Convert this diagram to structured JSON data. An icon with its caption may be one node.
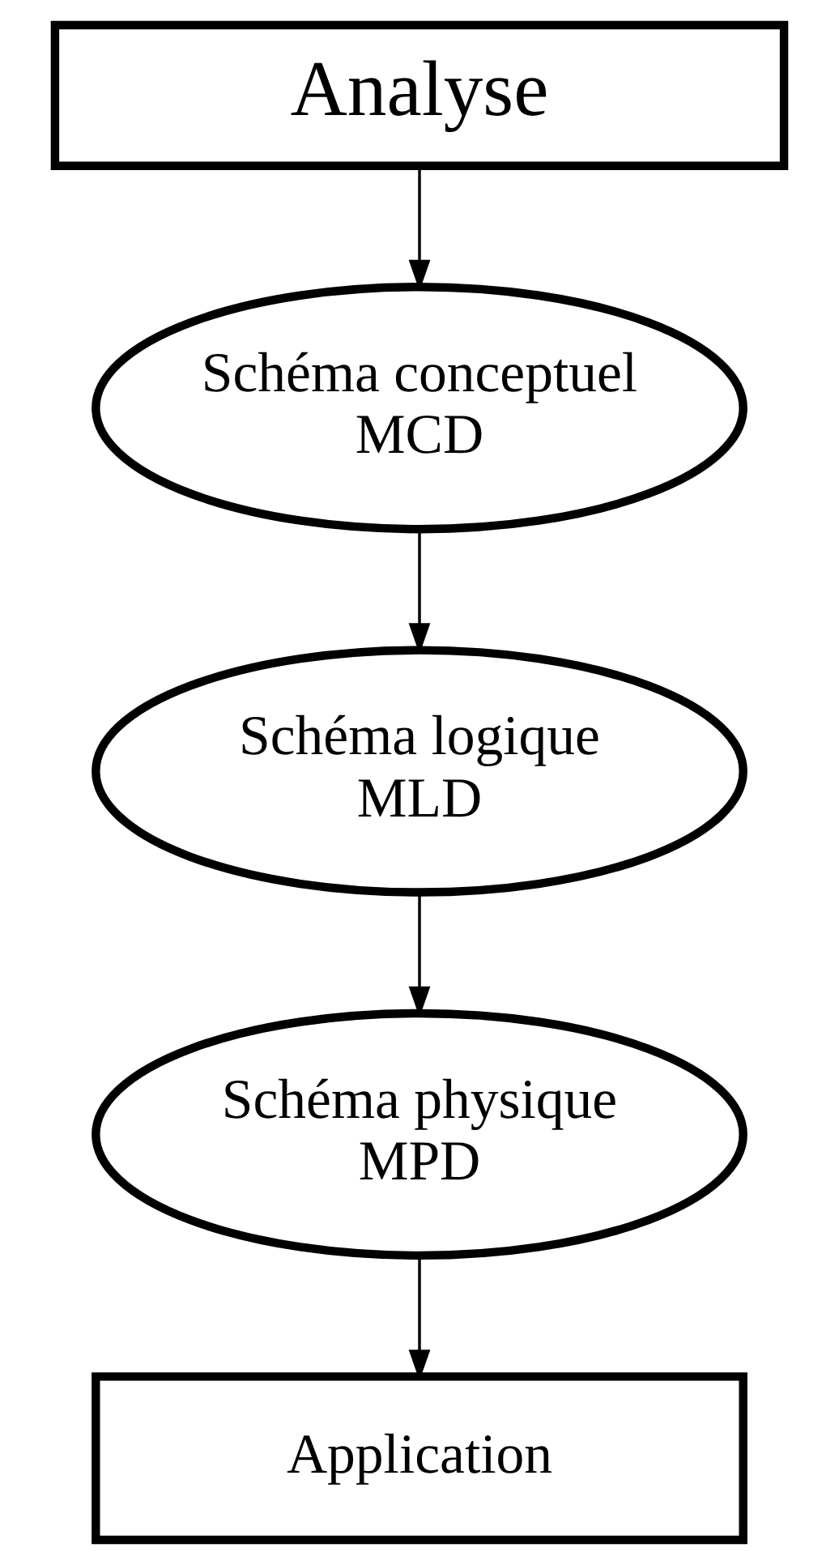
{
  "diagram": {
    "nodes": [
      {
        "text": [
          "Analyse"
        ]
      },
      {
        "text": [
          "Schéma conceptuel",
          "MCD"
        ]
      },
      {
        "text": [
          "Schéma logique",
          "MLD"
        ]
      },
      {
        "text": [
          "Schéma physique",
          "MPD"
        ]
      },
      {
        "text": [
          "Application"
        ]
      }
    ],
    "edges": [
      {
        "from": 0,
        "to": 1,
        "arrow": "to"
      },
      {
        "from": 1,
        "to": 2,
        "arrow": "to"
      },
      {
        "from": 2,
        "to": 3,
        "arrow": "to"
      },
      {
        "from": 3,
        "to": 4,
        "arrow": "to"
      }
    ]
  }
}
